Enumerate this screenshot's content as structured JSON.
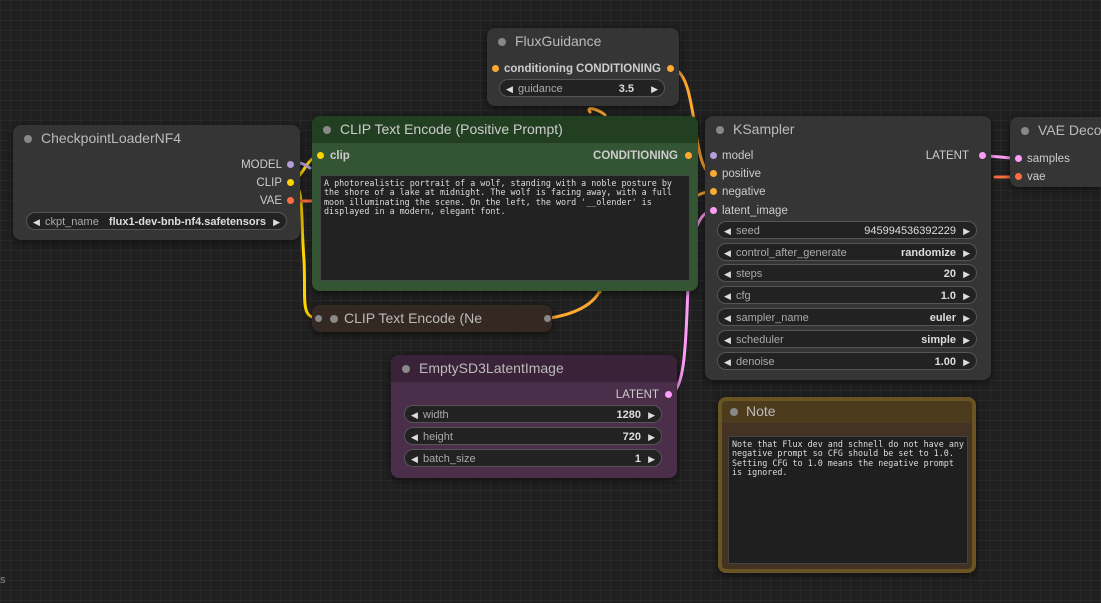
{
  "colors": {
    "model": "#b39ddb",
    "clip": "#ffd500",
    "vae": "#ff6e40",
    "conditioning": "#ffa931",
    "latent": "#ff9cf9",
    "clip_node_bg": "#335533",
    "neg_node_bg": "#332922",
    "latent_node_bg": "#4a2e4a",
    "note_bg": "#432",
    "note_title": "#653"
  },
  "nodes": {
    "flux_guidance": {
      "title": "FluxGuidance",
      "input_conditioning": "conditioning",
      "output_conditioning": "CONDITIONING",
      "guidance": {
        "name": "guidance",
        "value": "3.5"
      }
    },
    "checkpoint_loader": {
      "title": "CheckpointLoaderNF4",
      "out_model": "MODEL",
      "out_clip": "CLIP",
      "out_vae": "VAE",
      "ckpt_name": {
        "name": "ckpt_name",
        "value": "flux1-dev-bnb-nf4.safetensors"
      }
    },
    "clip_positive": {
      "title": "CLIP Text Encode (Positive Prompt)",
      "input_clip": "clip",
      "output_conditioning": "CONDITIONING",
      "text": "A photorealistic portrait of a wolf, standing with a noble posture by the shore of a lake at midnight. The wolf is facing away, with a full moon illuminating the scene. On the left, the word '__olender' is displayed in a modern, elegant font."
    },
    "clip_negative": {
      "title": "CLIP Text Encode (Ne"
    },
    "ksampler": {
      "title": "KSampler",
      "in_model": "model",
      "in_positive": "positive",
      "in_negative": "negative",
      "in_latent": "latent_image",
      "out_latent": "LATENT",
      "widgets": [
        {
          "name": "seed",
          "value": "945994536392229"
        },
        {
          "name": "control_after_generate",
          "value": "randomize"
        },
        {
          "name": "steps",
          "value": "20"
        },
        {
          "name": "cfg",
          "value": "1.0"
        },
        {
          "name": "sampler_name",
          "value": "euler"
        },
        {
          "name": "scheduler",
          "value": "simple"
        },
        {
          "name": "denoise",
          "value": "1.00"
        }
      ]
    },
    "vae_decode": {
      "title": "VAE Decod",
      "in_samples": "samples",
      "in_vae": "vae"
    },
    "empty_latent": {
      "title": "EmptySD3LatentImage",
      "out_latent": "LATENT",
      "widgets": [
        {
          "name": "width",
          "value": "1280"
        },
        {
          "name": "height",
          "value": "720"
        },
        {
          "name": "batch_size",
          "value": "1"
        }
      ]
    },
    "note": {
      "title": "Note",
      "text": "Note that Flux dev and schnell do not have any negative prompt so CFG should be set to 1.0. Setting CFG to 1.0 means the negative prompt is ignored."
    }
  },
  "edge_label": "s"
}
